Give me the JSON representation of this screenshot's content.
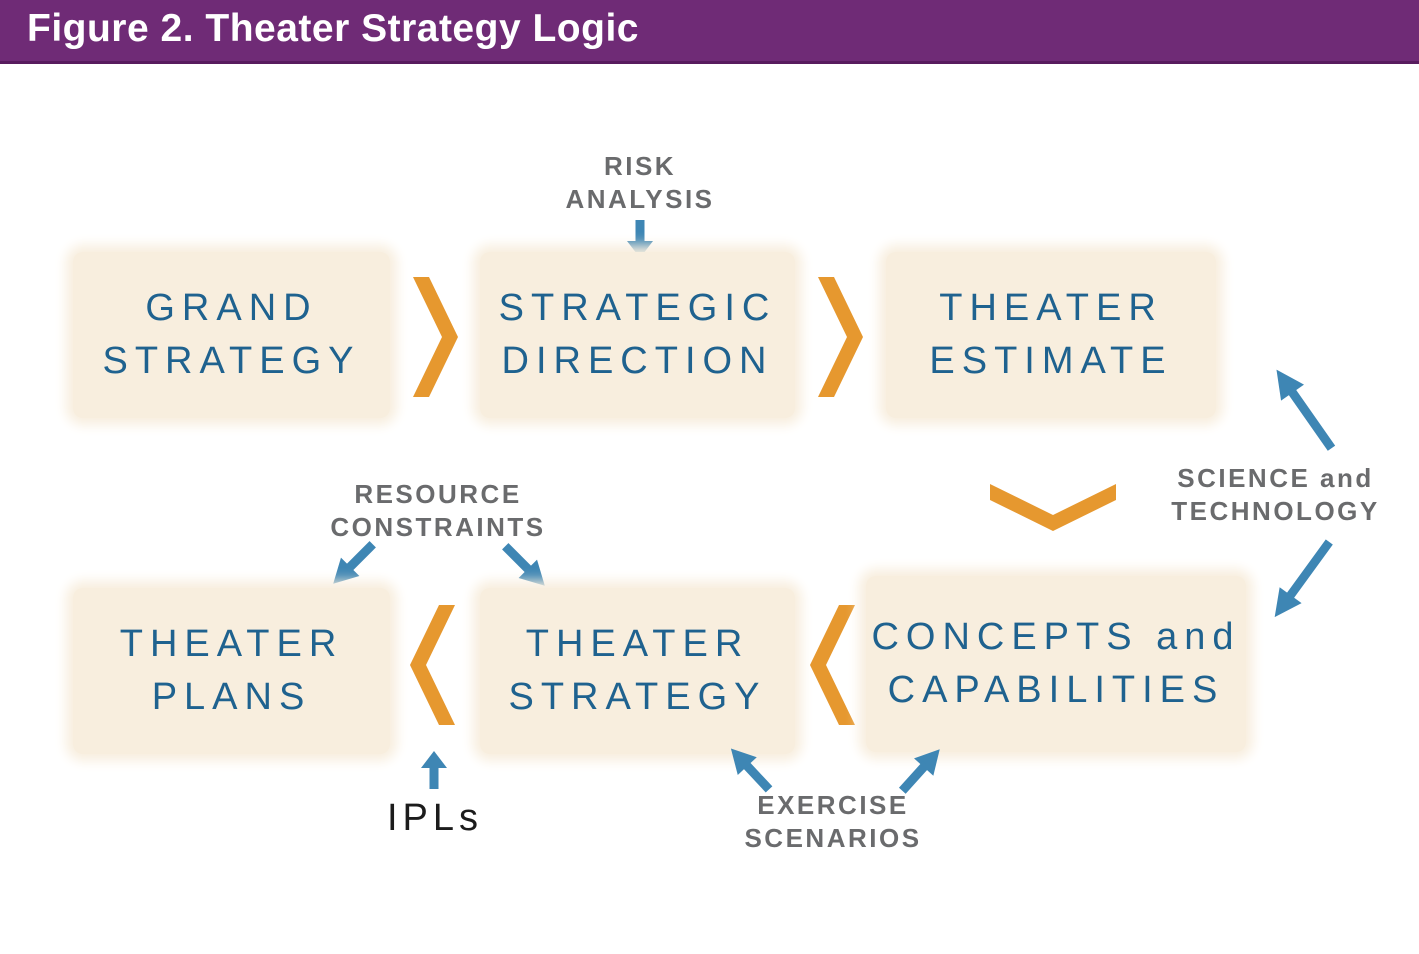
{
  "header": {
    "title": "Figure 2. Theater Strategy Logic"
  },
  "colors": {
    "header_purple": "#6F2B76",
    "header_border": "#581C5E",
    "title_text": "#FFFFFF",
    "box_cream": "#F8EEDE",
    "box_text_blue": "#1F628F",
    "chevron_orange": "#E6982F",
    "arrow_blue": "#3E86B4",
    "label_gray": "#6A6B6D",
    "ipls_black": "#1C1C1C",
    "page_bg": "#FFFFFF"
  },
  "boxes": {
    "grand_strategy": {
      "line1": "GRAND",
      "line2": "STRATEGY"
    },
    "strategic_direction": {
      "line1": "STRATEGIC",
      "line2": "DIRECTION"
    },
    "theater_estimate": {
      "line1": "THEATER",
      "line2": "ESTIMATE"
    },
    "theater_plans": {
      "line1": "THEATER",
      "line2": "PLANS"
    },
    "theater_strategy": {
      "line1": "THEATER",
      "line2": "STRATEGY"
    },
    "concepts_capabilities": {
      "line1": "CONCEPTS and",
      "line2": "CAPABILITIES"
    }
  },
  "labels": {
    "risk_analysis": {
      "line1": "RISK",
      "line2": "ANALYSIS"
    },
    "resource_constraints": {
      "line1": "RESOURCE",
      "line2": "CONSTRAINTS"
    },
    "science_technology": {
      "line1": "SCIENCE and",
      "line2": "TECHNOLOGY"
    },
    "exercise_scenarios": {
      "line1": "EXERCISE",
      "line2": "SCENARIOS"
    },
    "ipls": "IPLs"
  }
}
